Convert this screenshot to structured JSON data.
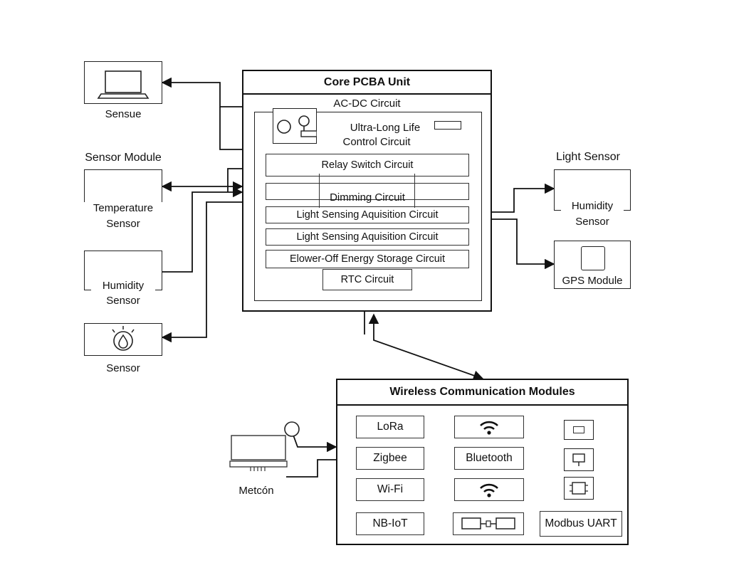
{
  "left_devices": {
    "sensor_top_label": "Sensue",
    "sensor_module_title": "Sensor Module",
    "temperature_label_1": "Temperature",
    "temperature_label_2": "Sensor",
    "humidity_label_1": "Humidity",
    "humidity_label_2": "Sensor",
    "sensor_bottom_label": "Sensor"
  },
  "core": {
    "title": "Core PCBA Unit",
    "acdc": "AC-DC Circuit",
    "control_1": "Ultra-Long Life",
    "control_2": "Control Circuit",
    "relay": "Relay Switch Circuit",
    "dimming": "Dimming Circuit",
    "light_acq_1": "Light Sensing Aquisition Circuit",
    "light_acq_2": "Light Sensing Aquisition Circuit",
    "power_off": "Elower-Off Energy Storage Circuit",
    "rtc": "RTC Circuit"
  },
  "right_devices": {
    "light_sensor_title": "Light Sensor",
    "humidity_label_1": "Humidity",
    "humidity_label_2": "Sensor",
    "gps_label": "GPS Module"
  },
  "wireless": {
    "title": "Wireless Communication Modules",
    "lora": "LoRa",
    "zigbee": "Zigbee",
    "wifi": "Wi-Fi",
    "nbiot": "NB-IoT",
    "bluetooth": "Bluetooth",
    "modbus": "Modbus UART"
  },
  "meter": {
    "label": "Metcón"
  },
  "icons": {
    "laptop": "laptop-icon",
    "droplet_sensor": "droplet-sensor-icon",
    "wifi": "wifi-icon",
    "meter": "meter-device-icon",
    "chip": "chip-icon",
    "display": "display-icon"
  }
}
